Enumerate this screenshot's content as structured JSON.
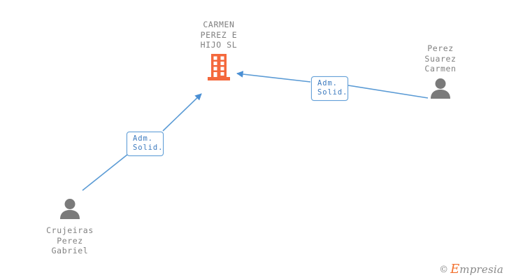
{
  "diagram": {
    "background_color": "#ffffff",
    "company": {
      "name": "CARMEN\nPEREZ E\nHIJO  SL",
      "icon": "building-icon",
      "icon_color": "#f4683c"
    },
    "people": [
      {
        "id": "person-right",
        "name": "Perez\nSuarez\nCarmen",
        "icon": "person-icon",
        "icon_color": "#7a7a7a",
        "label_position": "above"
      },
      {
        "id": "person-left",
        "name": "Crujeiras\nPerez\nGabriel",
        "icon": "person-icon",
        "icon_color": "#7a7a7a",
        "label_position": "below"
      }
    ],
    "relations": [
      {
        "id": "rel-right",
        "text": "Adm.\nSolid.",
        "from": "person-right",
        "to": "company",
        "color": "#5b9bd5"
      },
      {
        "id": "rel-left",
        "text": "Adm.\nSolid.",
        "from": "person-left",
        "to": "company",
        "color": "#5b9bd5"
      }
    ],
    "edge_color": "#5b9bd5"
  },
  "watermark": {
    "copyright": "©",
    "brand_initial": "E",
    "brand_rest": "mpresia",
    "brand_color": "#f2712f",
    "text_color": "#8a8a8a"
  }
}
